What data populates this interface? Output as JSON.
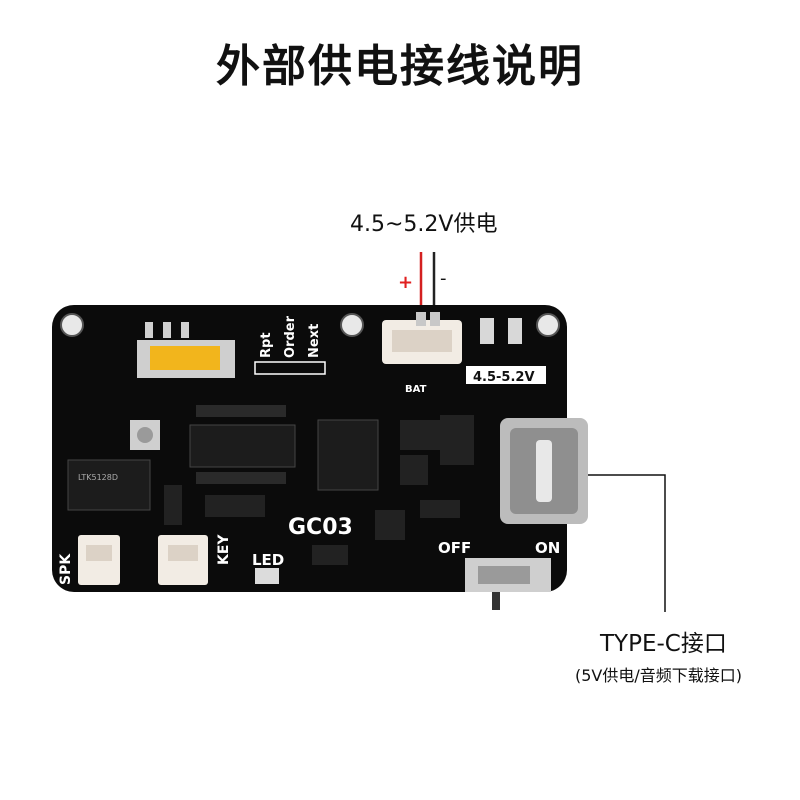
{
  "title": "外部供电接线说明",
  "power_input": {
    "voltage_label": "4.5~5.2V供电",
    "plus": "+",
    "minus": "-"
  },
  "typec": {
    "label": "TYPE-C接口",
    "sub_label": "(5V供电/音频下载接口)"
  },
  "board": {
    "model": "GC03",
    "silk_mode_rpt": "Rpt",
    "silk_mode_order": "Order",
    "silk_mode_next": "Next",
    "silk_spk": "SPK",
    "silk_key": "KEY",
    "silk_led": "LED",
    "silk_off": "OFF",
    "silk_on": "ON",
    "silk_voltage": "4.5-5.2V",
    "silk_bat": "BAT",
    "chip_label": "LTK5128D"
  },
  "colors": {
    "pcb": "#0b0b0b",
    "wire_red": "#d42020",
    "wire_black": "#1a1a1a",
    "silk": "#ffffff"
  }
}
